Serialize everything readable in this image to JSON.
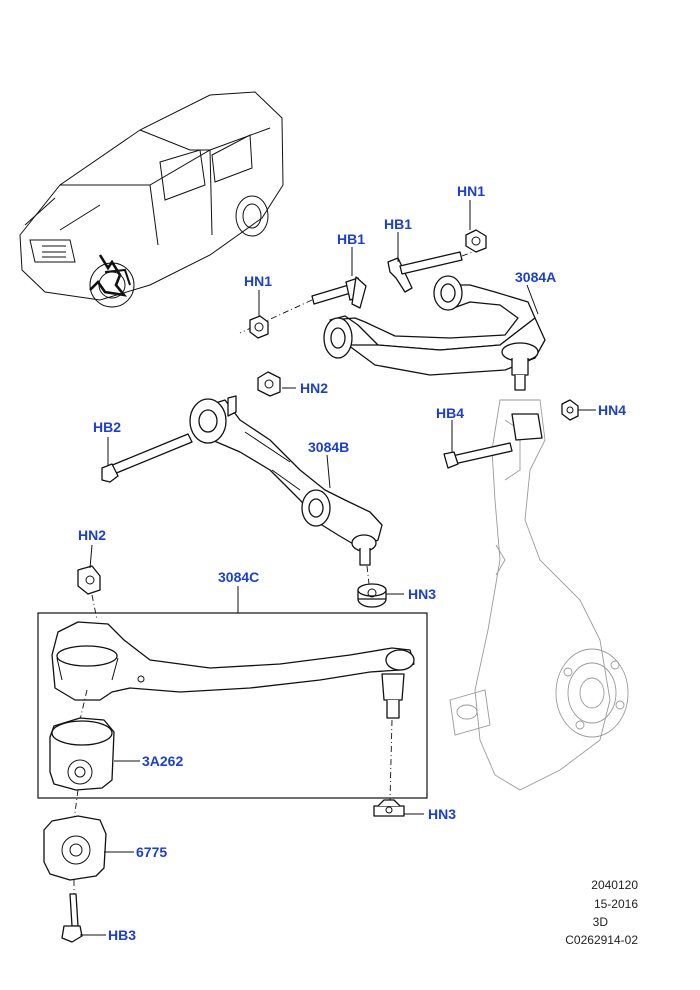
{
  "callouts": {
    "hn1_a": "HN1",
    "hb1_a": "HB1",
    "hb1_b": "HB1",
    "hn1_b": "HN1",
    "a3084": "3084A",
    "hn2_a": "HN2",
    "hb2": "HB2",
    "b3084": "3084B",
    "hb4": "HB4",
    "hn4": "HN4",
    "hn2_b": "HN2",
    "c3084": "3084C",
    "hn3_a": "HN3",
    "a3262": "3A262",
    "hn3_b": "HN3",
    "p6775": "6775",
    "hb3": "HB3"
  },
  "meta": {
    "line1": "2040120",
    "line2": "15-2016",
    "line3": "3D",
    "line4": "C0262914-02"
  },
  "colors": {
    "callout": "#1a3fd1",
    "line": "#111111",
    "ghost": "#9a9a9a"
  }
}
